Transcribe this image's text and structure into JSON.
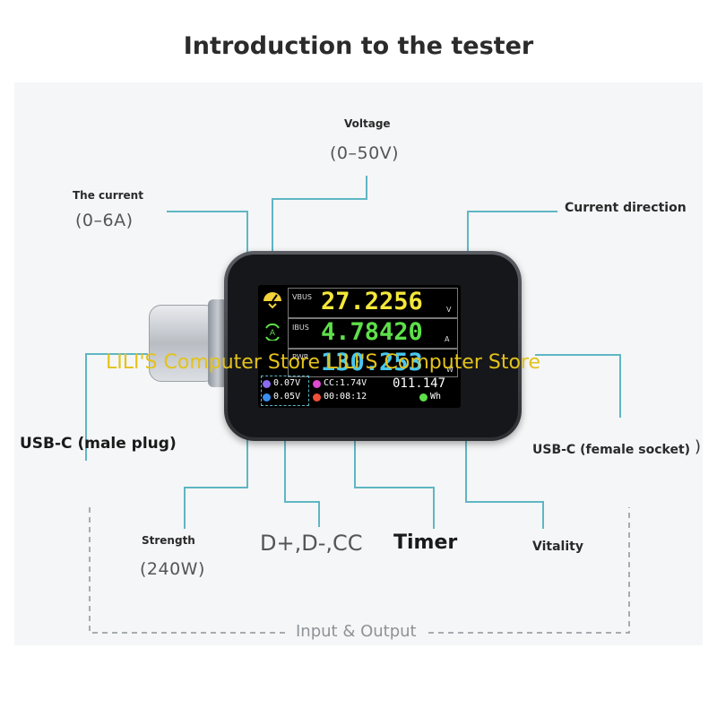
{
  "title": "Introduction to the tester",
  "labels": {
    "voltage": "Voltage",
    "voltage_range": "(0–50V)",
    "current": "The current",
    "current_range": "(0–6A)",
    "direction": "Current direction",
    "usb_male": "USB-C (male plug)",
    "usb_female": "USB-C (female socket)",
    "strength": "Strength",
    "strength_range": "(240W)",
    "data_lines": "D+,D-,CC",
    "timer": "Timer",
    "vitality": "Vitality",
    "io": "Input & Output"
  },
  "screen": {
    "vbus_tag": "VBUS",
    "vbus_value": "27.2256",
    "vbus_unit": "V",
    "ibus_tag": "IBUS",
    "ibus_value": "4.78420",
    "ibus_unit": "A",
    "pwr_tag": "PWR",
    "pwr_value": "130.253",
    "pwr_unit": "W",
    "dplus": "0.07V",
    "dminus": "0.05V",
    "cc": "CC:1.74V",
    "time": "00:08:12",
    "energy_value": "011.147",
    "energy_unit": "Wh"
  },
  "watermark": "LILI'S Computer Store LILI'S Computer Store",
  "colors": {
    "vbus": "#f3e73a",
    "ibus": "#5ee04a",
    "pwr": "#48c8ef",
    "callout": "#5fb6c4",
    "watermark": "#e3c21b"
  }
}
